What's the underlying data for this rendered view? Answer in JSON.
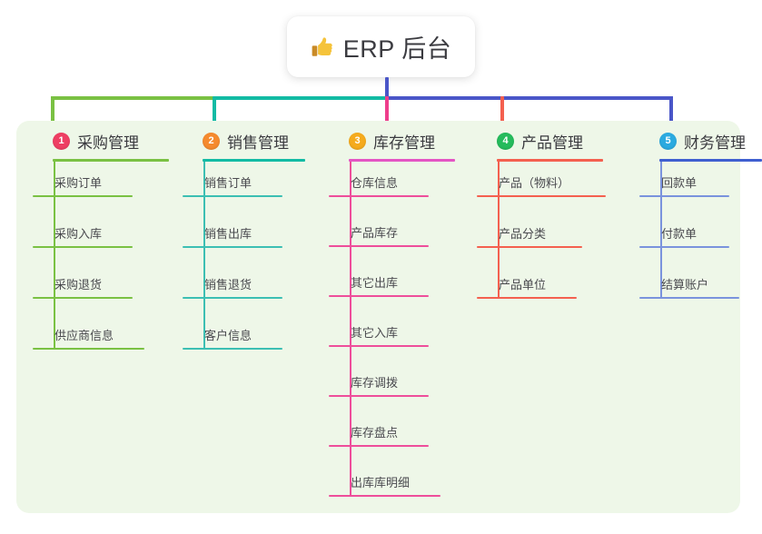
{
  "root": {
    "icon": "thumbs-up-icon",
    "label": "ERP 后台"
  },
  "theme": {
    "background": "#ffffff",
    "board_bg": "#eef7e8",
    "card_bg": "#ffffff",
    "title_color": "#3b3b40",
    "text_color": "#4a4a4f",
    "root_stem": "#4a56c8"
  },
  "trunk": {
    "segments": [
      {
        "name": "trunk-green",
        "color": "#7ac143"
      },
      {
        "name": "trunk-teal",
        "color": "#12bba4"
      },
      {
        "name": "trunk-blue",
        "color": "#4a56c8"
      }
    ]
  },
  "columns": [
    {
      "index": "1",
      "title": "采购管理",
      "badge_color": "#ee3e63",
      "rule_color": "#7ac143",
      "line_color": "#7ac143",
      "drop_color": "#7ac143",
      "items": [
        {
          "label": "采购订单",
          "rule_width": 86
        },
        {
          "label": "采购入库",
          "rule_width": 86
        },
        {
          "label": "采购退货",
          "rule_width": 86
        },
        {
          "label": "供应商信息",
          "rule_width": 99
        }
      ]
    },
    {
      "index": "2",
      "title": "销售管理",
      "badge_color": "#f58a2e",
      "rule_color": "#12bba4",
      "line_color": "#3cbfb3",
      "drop_color": "#12bba4",
      "items": [
        {
          "label": "销售订单",
          "rule_width": 86
        },
        {
          "label": "销售出库",
          "rule_width": 86
        },
        {
          "label": "销售退货",
          "rule_width": 86
        },
        {
          "label": "客户信息",
          "rule_width": 86
        }
      ]
    },
    {
      "index": "3",
      "title": "库存管理",
      "badge_color": "#f5ab1d",
      "rule_color": "#e455c4",
      "line_color": "#ee4e9b",
      "drop_color": "#ee3e8c",
      "items": [
        {
          "label": "仓库信息",
          "rule_width": 86
        },
        {
          "label": "产品库存",
          "rule_width": 86
        },
        {
          "label": "其它出库",
          "rule_width": 86
        },
        {
          "label": "其它入库",
          "rule_width": 86
        },
        {
          "label": "库存调拨",
          "rule_width": 86
        },
        {
          "label": "库存盘点",
          "rule_width": 86
        },
        {
          "label": "出库库明细",
          "rule_width": 99
        }
      ]
    },
    {
      "index": "4",
      "title": "产品管理",
      "badge_color": "#25bb5c",
      "rule_color": "#f4604f",
      "line_color": "#f4604f",
      "drop_color": "#f4604f",
      "items": [
        {
          "label": "产品（物料）",
          "rule_width": 118
        },
        {
          "label": "产品分类",
          "rule_width": 92
        },
        {
          "label": "产品单位",
          "rule_width": 86
        }
      ]
    },
    {
      "index": "5",
      "title": "财务管理",
      "badge_color": "#2baae0",
      "rule_color": "#3f5fd0",
      "line_color": "#7a93dd",
      "drop_color": "#4a56c8",
      "items": [
        {
          "label": "回款单",
          "rule_width": 75
        },
        {
          "label": "付款单",
          "rule_width": 75
        },
        {
          "label": "结算账户",
          "rule_width": 86
        }
      ]
    }
  ]
}
